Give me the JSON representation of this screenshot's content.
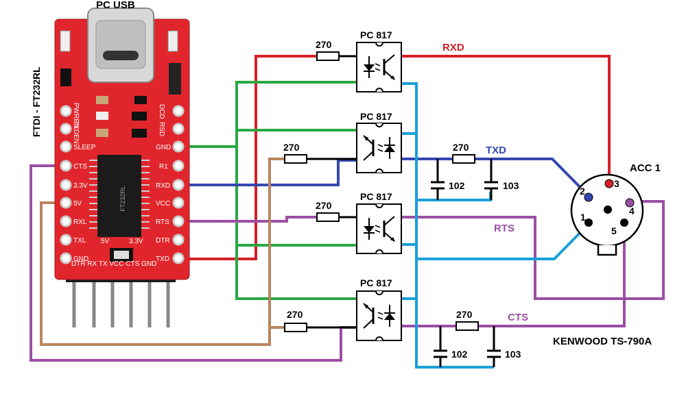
{
  "board": {
    "usb_label": "PC USB",
    "side_label": "FTDI - FT232RL",
    "left_pins": [
      "PWREN",
      "TXDEN",
      "SLEEP",
      "CTS",
      "3.3V",
      "5V",
      "RXL",
      "TXL",
      "GND"
    ],
    "right_pins": [
      "DCD",
      "RSD",
      "GND",
      "R1",
      "RXD",
      "VCC",
      "RTS",
      "DTR",
      "TXD"
    ],
    "jumper_left": "5V",
    "jumper_right": "3.3V",
    "header_labels": "DTR RX TX VCC CTS GND",
    "chip_text": "FT232RL"
  },
  "parts": {
    "opto_label": "PC 817",
    "resistor_label": "270",
    "cap1_label": "102",
    "cap2_label": "103"
  },
  "signals": {
    "rxd": "RXD",
    "txd": "TXD",
    "rts": "RTS",
    "cts": "CTS"
  },
  "connector": {
    "title": "ACC 1",
    "pins": [
      "1",
      "2",
      "3",
      "4",
      "5"
    ],
    "radio": "KENWOOD TS-790A"
  },
  "colors": {
    "red": "#d62027",
    "green": "#2aa745",
    "blue": "#3447b0",
    "purple": "#9b4fa4",
    "brown": "#b8845e",
    "cyan": "#1aa0d8",
    "board": "#e0262c",
    "black": "#000000"
  }
}
